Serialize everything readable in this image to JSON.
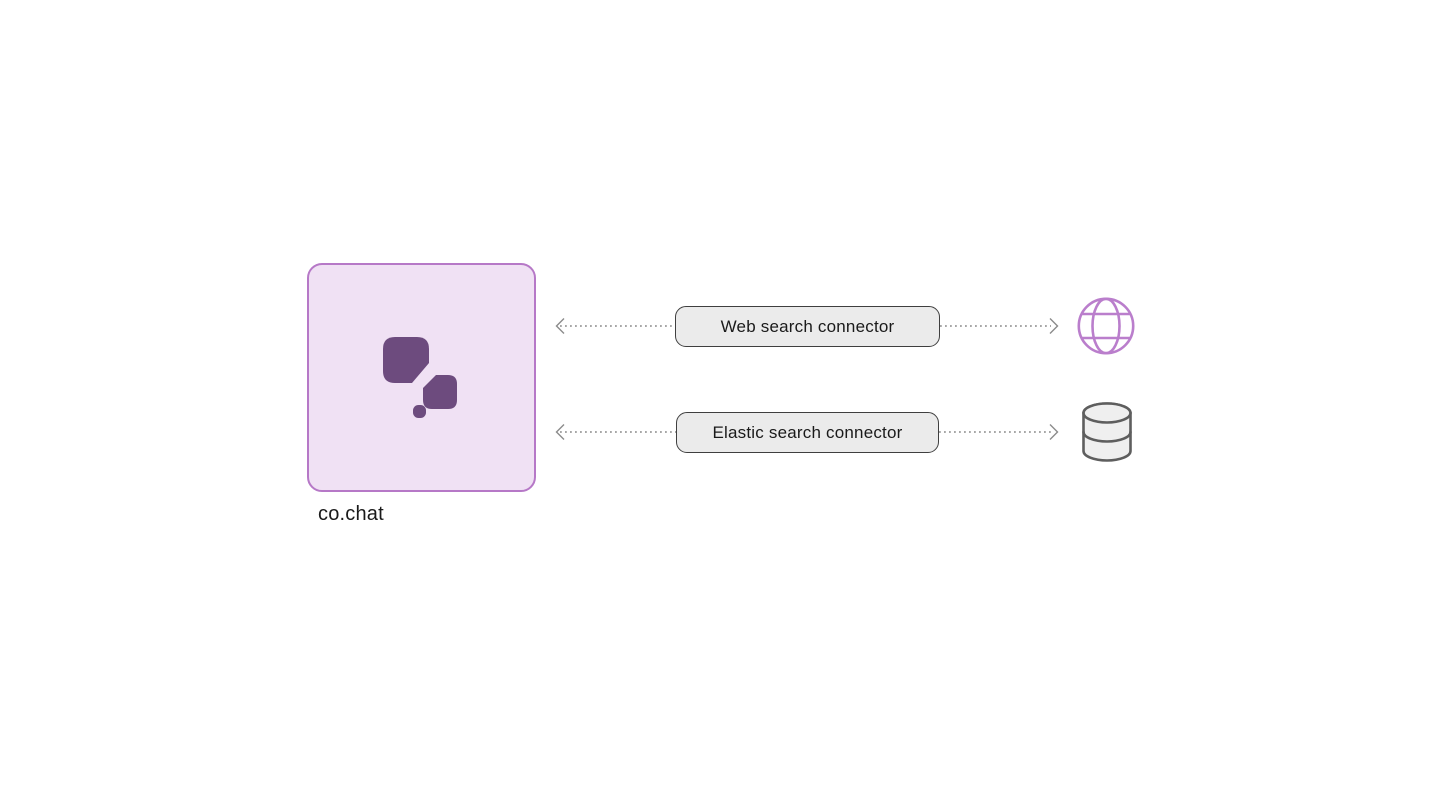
{
  "app_node": {
    "label": "co.chat",
    "box_fill": "#F0E1F4",
    "box_border": "#B678C7",
    "logo_color": "#6D4B7E",
    "logo_icon": "cochat-logo-icon"
  },
  "connectors": [
    {
      "id": "web-search",
      "label": "Web search connector",
      "source": "co.chat",
      "target_icon": "globe-icon",
      "arrow_style": "dotted-bidirectional"
    },
    {
      "id": "elastic-search",
      "label": "Elastic search connector",
      "source": "co.chat",
      "target_icon": "database-icon",
      "arrow_style": "dotted-bidirectional"
    }
  ],
  "colors": {
    "background": "#ffffff",
    "pill_fill": "#EBEBEB",
    "pill_border": "#3F3F3F",
    "arrow": "#8A8A8A",
    "globe": "#BA7ECC",
    "database_stroke": "#5E5E5E",
    "database_fill": "#EFEFEF",
    "text": "#1A1A1A"
  }
}
